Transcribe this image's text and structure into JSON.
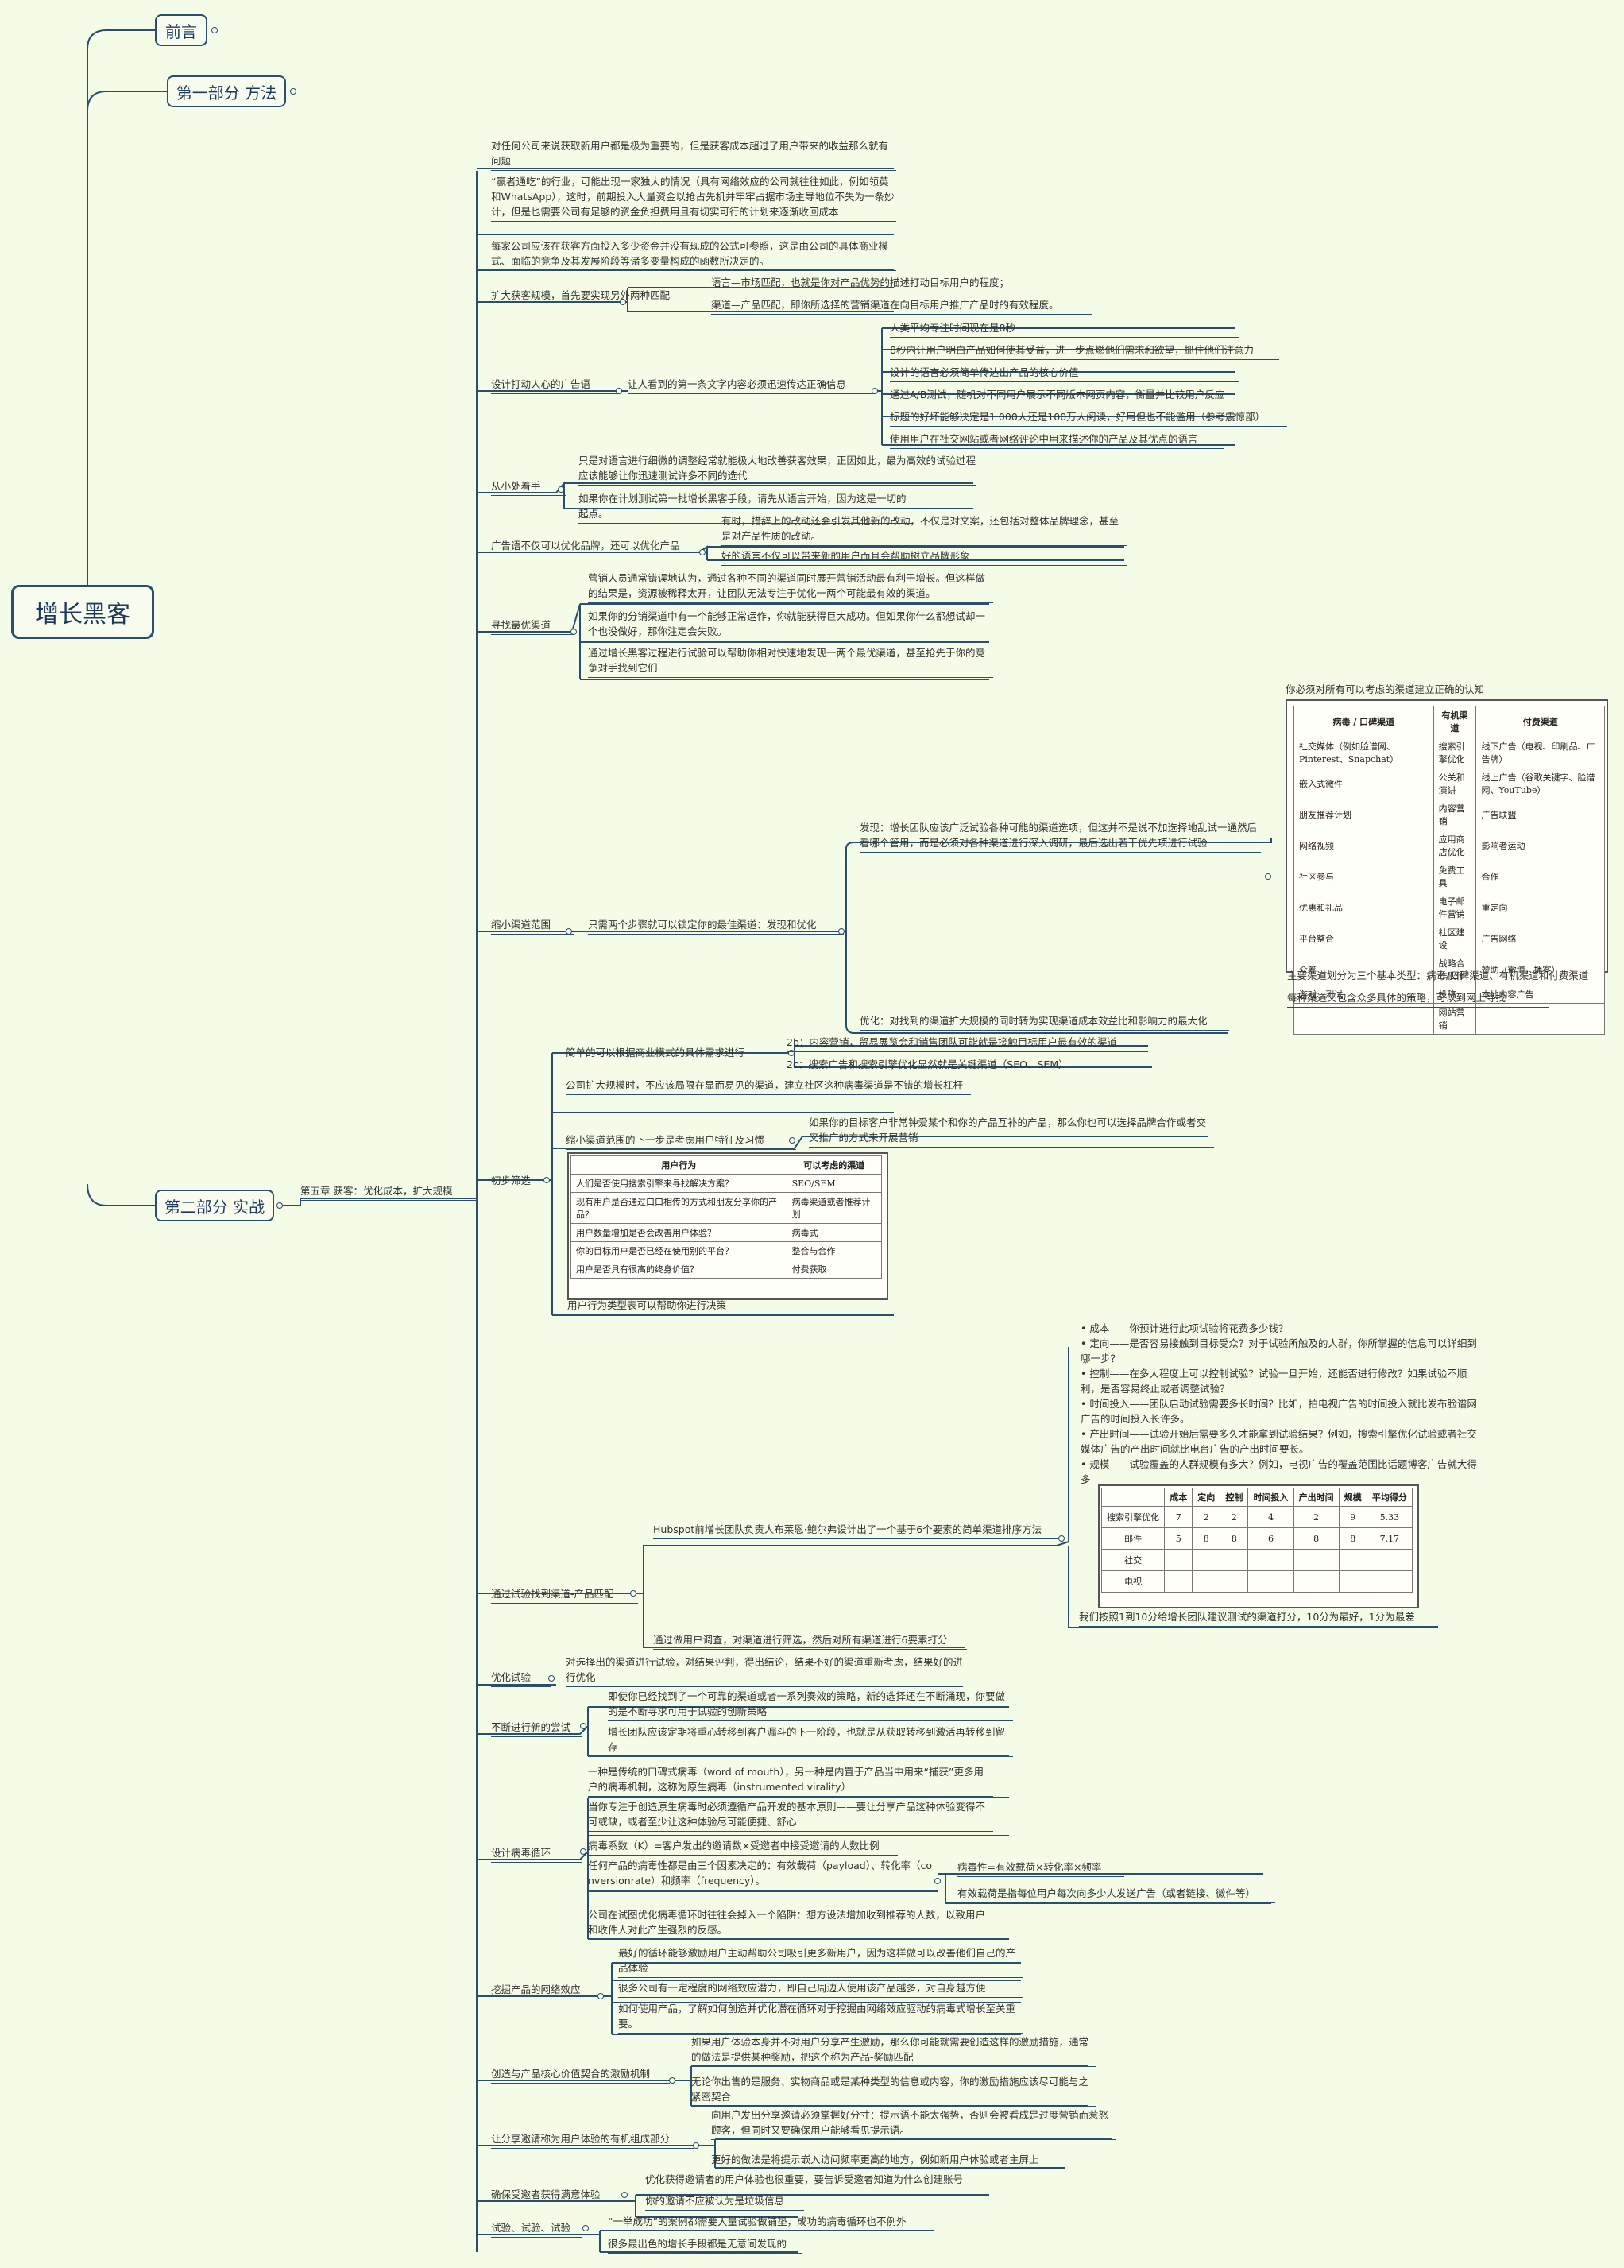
{
  "root": "增长黑客",
  "sections": {
    "preface": "前言",
    "part1": "第一部分 方法",
    "part2": "第二部分 实战"
  },
  "chapter5": "第五章 获客：优化成本，扩大规模",
  "intro": {
    "p1": "对任何公司来说获取新用户都是极为重要的，但是获客成本超过了用户带来的收益那么就有问题",
    "p2": "“赢者通吃”的行业，可能出现一家独大的情况（具有网络效应的公司就往往如此，例如领英和WhatsApp），这时，前期投入大量资金以抢占先机并牢牢占据市场主导地位不失为一条妙计，但是也需要公司有足够的资金负担费用且有切实可行的计划来逐渐收回成本",
    "p3": "每家公司应该在获客方面投入多少资金并没有现成的公式可参照，这是由公司的具体商业模式、面临的竞争及其发展阶段等诸多变量构成的函数所决定的。"
  },
  "fit": {
    "label": "扩大获客规模，首先要实现另外两种匹配",
    "c1": "语言—市场匹配，也就是你对产品优势的描述打动目标用户的程度；",
    "c2": "渠道—产品匹配，即你所选择的营销渠道在向目标用户推广产品时的有效程度。"
  },
  "ad": {
    "label": "设计打动人心的广告语",
    "mid": "让人看到的第一条文字内容必须迅速传达正确信息",
    "items": [
      "人类平均专注时间现在是8秒",
      "8秒内让用户明白产品如何使其受益，进一步点燃他们需求和欲望，抓住他们注意力",
      "设计的语言必须简单传达出产品的核心价值",
      "通过A/B测试，随机对不同用户展示不同版本网页内容，衡量并比较用户反应",
      "标题的好坏能够决定是1 000人还是100万人阅读，好用但也不能滥用（参考震惊部）",
      "使用用户在社交网站或者网络评论中用来描述你的产品及其优点的语言"
    ]
  },
  "small": {
    "label": "从小处着手",
    "c1": "只是对语言进行细微的调整经常就能极大地改善获客效果，正因如此，最为高效的试验过程应该能够让你迅速测试许多不同的选代",
    "c2": "如果你在计划测试第一批增长黑客手段，请先从语言开始，因为这是一切的起点。"
  },
  "brand": {
    "label": "广告语不仅可以优化品牌，还可以优化产品",
    "c1": "有时，措辞上的改动还会引发其他新的改动，不仅是对文案，还包括对整体品牌理念，甚至是对产品性质的改动。",
    "c2": "好的语言不仅可以带来新的用户而且会帮助树立品牌形象"
  },
  "best": {
    "label": "寻找最优渠道",
    "c1": "营销人员通常错误地认为，通过各种不同的渠道同时展开营销活动最有利于增长。但这样做的结果是，资源被稀释太开，让团队无法专注于优化一两个可能最有效的渠道。",
    "c2": "如果你的分销渠道中有一个能够正常运作，你就能获得巨大成功。但如果你什么都想试却一个也没做好，那你注定会失败。",
    "c3": "通过增长黑客过程进行试验可以帮助你相对快速地发现一两个最优渠道，甚至抢先于你的竞争对手找到它们"
  },
  "narrow": {
    "label": "缩小渠道范围",
    "mid": "只需两个步骤就可以锁定你的最佳渠道：发现和优化",
    "discover": "发现：增长团队应该广泛试验各种可能的渠道选项，但这并不是说不加选择地乱试一通然后看哪个管用，而是必须对各种渠道进行深入调研，最后选出若干优先项进行试验",
    "optimize": "优化：对找到的渠道扩大规模的同时转为实现渠道成本效益比和影响力的最大化",
    "table_title": "你必须对所有可以考虑的渠道建立正确的认知",
    "table_note1": "主要渠道划分为三个基本类型：病毒/口碑渠道、有机渠道和付费渠道",
    "table_note2": "每种渠道又包含众多具体的策略，可以到网上寻找",
    "table": {
      "headers": [
        "病毒 / 口碑渠道",
        "有机渠道",
        "付费渠道"
      ],
      "rows": [
        [
          "社交媒体（例如脸谱网、Pinterest、Snapchat）",
          "搜索引擎优化",
          "线下广告（电视、印刷品、广告牌）"
        ],
        [
          "嵌入式微件",
          "公关和演讲",
          "线上广告（谷歌关键字、脸谱网、YouTube）"
        ],
        [
          "朋友推荐计划",
          "内容营销",
          "广告联盟"
        ],
        [
          "网络视频",
          "应用商店优化",
          "影响者运动"
        ],
        [
          "社区参与",
          "免费工具",
          "合作"
        ],
        [
          "优惠和礼品",
          "电子邮件营销",
          "重定向"
        ],
        [
          "平台整合",
          "社区建设",
          "广告网络"
        ],
        [
          "众筹",
          "战略合作伙伴",
          "赞助（微博，播客）"
        ],
        [
          "游戏、测试",
          "投稿",
          "本地内容广告"
        ],
        [
          "",
          "网站营销",
          ""
        ]
      ]
    }
  },
  "screen": {
    "label": "初步筛选",
    "simple": "简单的可以根据商业模式的具体需求进行",
    "s2b": "2b：内容营销，贸易展览会和销售团队可能就是接触目标用户最有效的渠道",
    "s2c": "2c：搜索广告和搜索引擎优化显然就是关键渠道（SEO、SEM）",
    "expand": "公司扩大规模时，不应该局限在显而易见的渠道，建立社区这种病毒渠道是不错的增长杠杆",
    "next": "缩小渠道范围的下一步是考虑用户特征及习惯",
    "next_c": "如果你的目标客户非常钟爱某个和你的产品互补的产品，那么你也可以选择品牌合作或者交叉推广的方式来开展营销",
    "table_note": "用户行为类型表可以帮助你进行决策",
    "table": {
      "headers": [
        "用户行为",
        "可以考虑的渠道"
      ],
      "rows": [
        [
          "人们是否使用搜索引擎来寻找解决方案？",
          "SEO/SEM"
        ],
        [
          "现有用户是否通过口口相传的方式和朋友分享你的产品？",
          "病毒渠道或者推荐计划"
        ],
        [
          "用户数量增加是否会改善用户体验？",
          "病毒式"
        ],
        [
          "你的目标用户是否已经在使用别的平台？",
          "整合与合作"
        ],
        [
          "用户是否具有很高的终身价值？",
          "付费获取"
        ]
      ]
    }
  },
  "experiment": {
    "label": "通过试验找到渠道-产品匹配",
    "hubspot": "Hubspot前增长团队负责人布莱恩·鲍尔弗设计出了一个基于6个要素的简单渠道排序方法",
    "bullets": [
      "• 成本——你预计进行此项试验将花费多少钱？",
      "• 定向——是否容易接触到目标受众？对于试验所触及的人群，你所掌握的信息可以详细到哪一步？",
      "• 控制——在多大程度上可以控制试验？试验一旦开始，还能否进行修改？如果试验不顺利，是否容易终止或者调整试验？",
      "• 时间投入——团队启动试验需要多长时间？比如，拍电视广告的时间投入就比发布脸谱网广告的时间投入长许多。",
      "• 产出时间——试验开始后需要多久才能拿到试验结果？例如，搜索引擎优化试验或者社交媒体广告的产出时间就比电台广告的产出时间要长。",
      "• 规模——试验覆盖的人群规模有多大？例如，电视广告的覆盖范围比话题博客广告就大得多"
    ],
    "score_note": "我们按照1到10分给增长团队建议测试的渠道打分，10分为最好，1分为最差",
    "research": "通过做用户调查，对渠道进行筛选，然后对所有渠道进行6要素打分",
    "table": {
      "headers": [
        "",
        "成本",
        "定向",
        "控制",
        "时间投入",
        "产出时间",
        "规模",
        "平均得分"
      ],
      "rows": [
        [
          "搜索引擎优化",
          "7",
          "2",
          "2",
          "4",
          "2",
          "9",
          "5.33"
        ],
        [
          "邮件",
          "5",
          "8",
          "8",
          "6",
          "8",
          "8",
          "7.17"
        ],
        [
          "社交",
          "",
          "",
          "",
          "",
          "",
          "",
          ""
        ],
        [
          "电视",
          "",
          "",
          "",
          "",
          "",
          "",
          ""
        ]
      ]
    }
  },
  "opt": {
    "label": "优化试验",
    "c1": "对选择出的渠道进行试验，对结果评判，得出结论，结果不好的渠道重新考虑，结果好的进行优化"
  },
  "try": {
    "label": "不断进行新的尝试",
    "c1": "即使你已经找到了一个可靠的渠道或者一系列奏效的策略，新的选择还在不断涌现，你要做的是不断寻求可用于试验的创新策略",
    "c2": "增长团队应该定期将重心转移到客户漏斗的下一阶段，也就是从获取转移到激活再转移到留存"
  },
  "viral": {
    "label": "设计病毒循环",
    "c1": "一种是传统的口碑式病毒（word of mouth），另一种是内置于产品当中用来“捕获”更多用户的病毒机制，这称为原生病毒（instrumented virality）",
    "c2": "当你专注于创造原生病毒时必须遵循产品开发的基本原则——要让分享产品这种体验变得不可或缺，或者至少让这种体验尽可能便捷、舒心",
    "c3": "病毒系数（K）=客户发出的邀请数×受邀者中接受邀请的人数比例",
    "c4": "任何产品的病毒性都是由三个因素决定的：有效载荷（payload）、转化率（conversionrate）和频率（frequency）。",
    "c4a": "病毒性=有效载荷×转化率×频率",
    "c4b": "有效载荷是指每位用户每次向多少人发送广告（或者链接、微件等）",
    "c5": "公司在试图优化病毒循环时往往会掉入一个陷阱：想方设法增加收到推荐的人数，以致用户和收件人对此产生强烈的反感。"
  },
  "network": {
    "label": "挖掘产品的网络效应",
    "c1": "最好的循环能够激励用户主动帮助公司吸引更多新用户，因为这样做可以改善他们自己的产品体验",
    "c2": "很多公司有一定程度的网络效应潜力，即自己周边人使用该产品越多，对自身越方便",
    "c3": "如何使用产品，了解如何创造并优化潜在循环对于挖掘由网络效应驱动的病毒式增长至关重要。"
  },
  "incentive": {
    "label": "创造与产品核心价值契合的激励机制",
    "c1": "如果用户体验本身并不对用户分享产生激励，那么你可能就需要创造这样的激励措施，通常的做法是提供某种奖励，把这个称为产品-奖励匹配",
    "c2": "无论你出售的是服务、实物商品或是某种类型的信息或内容，你的激励措施应该尽可能与之紧密契合"
  },
  "invite": {
    "label": "让分享邀请称为用户体验的有机组成部分",
    "c1": "向用户发出分享邀请必须掌握好分寸：提示语不能太强势，否则会被看成是过度营销而惹怒顾客，但同时又要确保用户能够看见提示语。",
    "c2": "更好的做法是将提示嵌入访问频率更高的地方，例如新用户体验或者主屏上"
  },
  "invitee": {
    "label": "确保受邀者获得满意体验",
    "c1": "优化获得邀请者的用户体验也很重要，要告诉受邀者知道为什么创建账号",
    "c2": "你的邀请不应被认为是垃圾信息"
  },
  "test": {
    "label": "试验、试验、试验",
    "c1": "“一举成功”的案例都需要大量试验做铺垫，成功的病毒循环也不例外",
    "c2": "很多最出色的增长手段都是无意间发现的"
  }
}
